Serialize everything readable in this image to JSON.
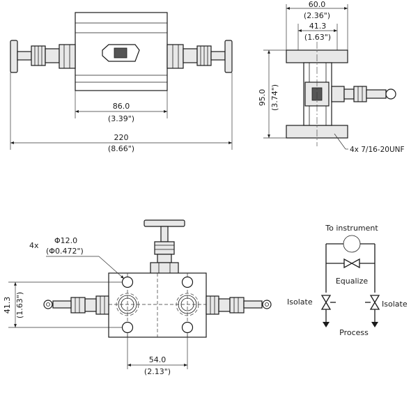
{
  "top_view": {
    "dim_width": {
      "mm": "86.0",
      "inch": "(3.39\")"
    },
    "dim_overall": {
      "mm": "220",
      "inch": "(8.66\")"
    }
  },
  "side_view": {
    "dim_top_outer": {
      "mm": "60.0",
      "inch": "(2.36\")"
    },
    "dim_top_inner": {
      "mm": "41.3",
      "inch": "(1.63\")"
    },
    "dim_height": {
      "mm": "95.0",
      "inch": "(3.74\")"
    },
    "thread_note": "4x 7/16-20UNF"
  },
  "front_view": {
    "hole_count": "4x",
    "hole_dia": {
      "mm": "Φ12.0",
      "inch": "(Φ0.472\")"
    },
    "dim_height": {
      "mm": "41.3",
      "inch": "(1.63\")"
    },
    "dim_spacing": {
      "mm": "54.0",
      "inch": "(2.13\")"
    }
  },
  "schematic": {
    "top_label": "To instrument",
    "equalize_label": "Equalize",
    "isolate_left": "Isolate",
    "isolate_right": "Isolate",
    "bottom_label": "Process"
  }
}
